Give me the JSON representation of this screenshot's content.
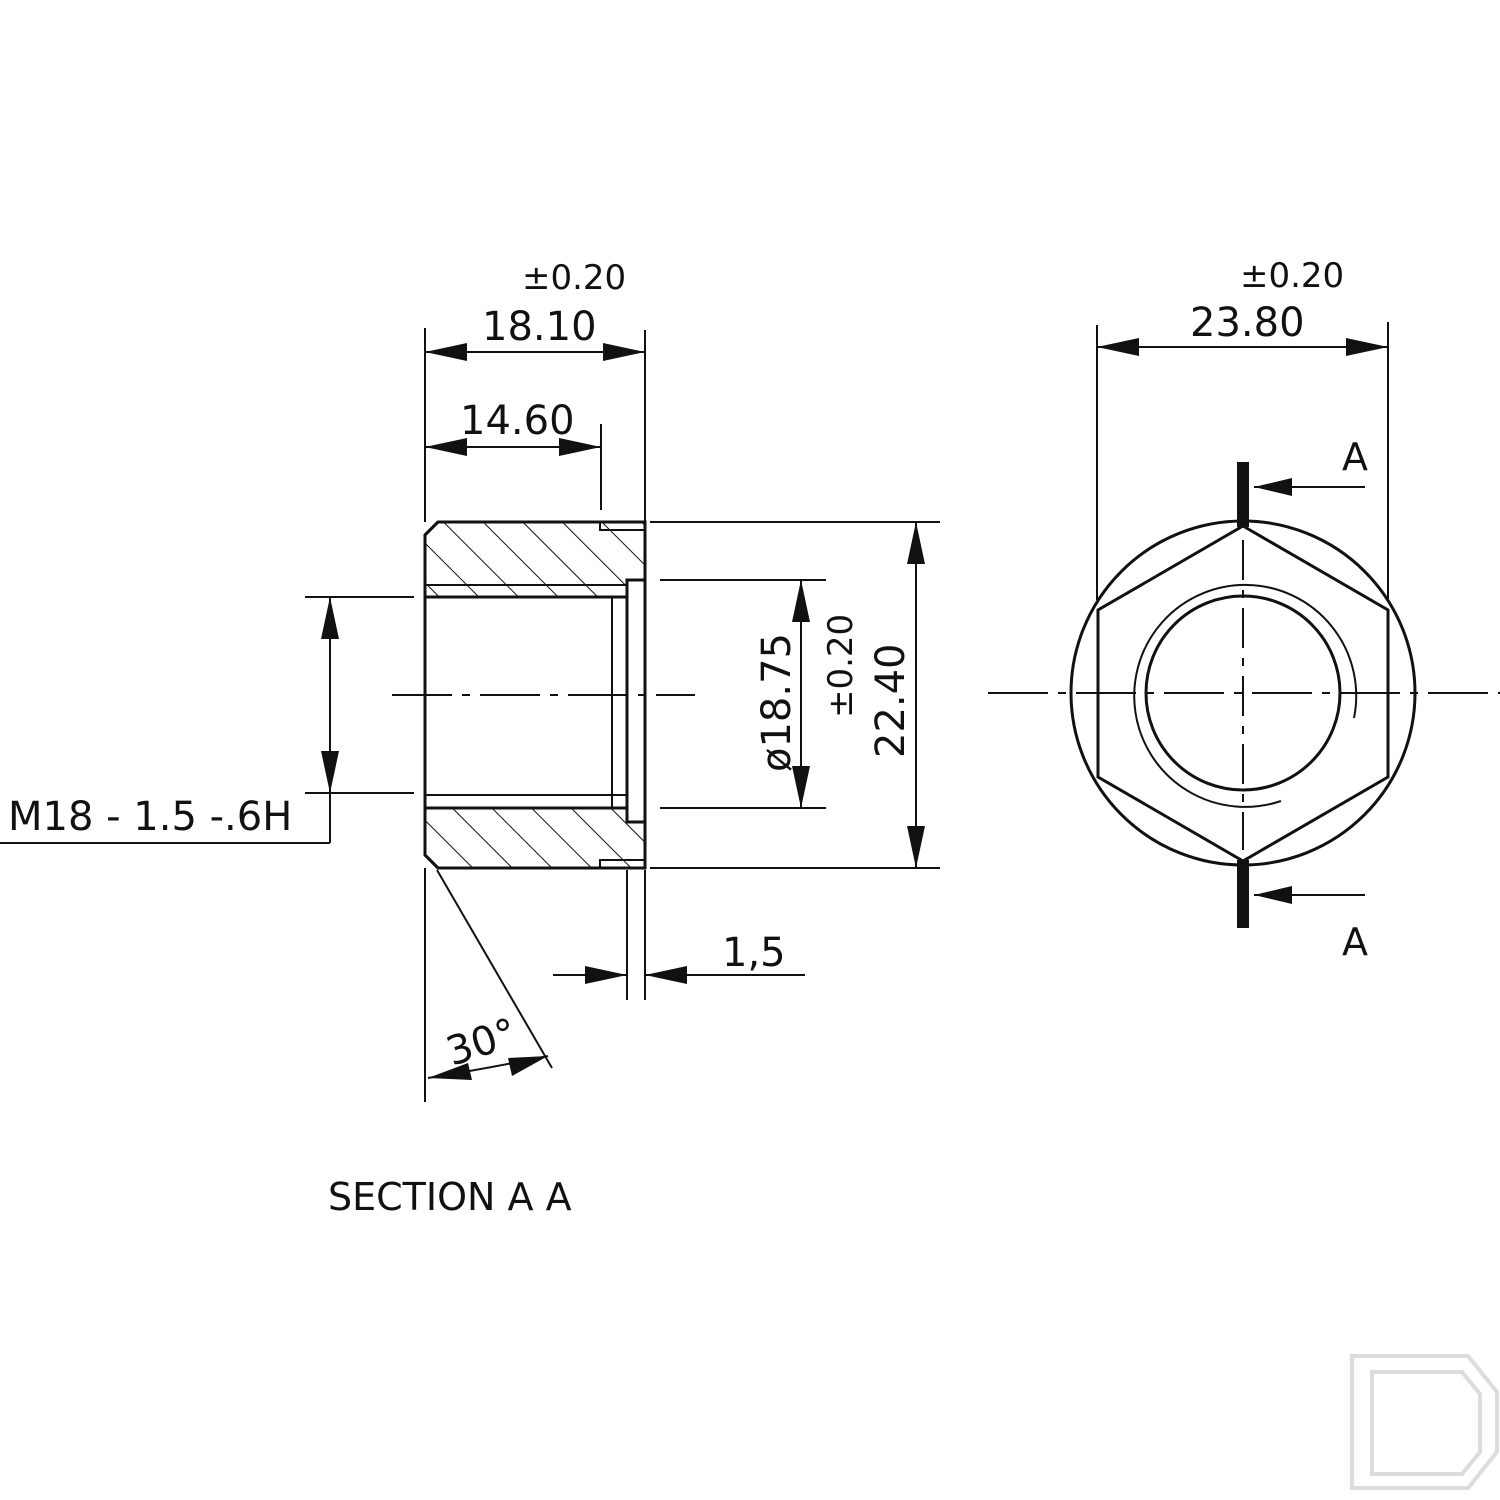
{
  "drawing": {
    "section_view": {
      "overall_length": "18.10",
      "overall_length_tol": "±0.20",
      "inner_length": "14.60",
      "bore_diameter": "ø18.75",
      "bore_diameter_tol": "±0.20",
      "outer_size": "22.40",
      "step_width": "1,5",
      "chamfer_angle": "30°",
      "thread_spec": "M18 - 1.5 -.6H",
      "caption": "SECTION A A"
    },
    "end_view": {
      "across_corners": "23.80",
      "across_corners_tol": "±0.20",
      "section_marker_top": "A",
      "section_marker_bottom": "A"
    }
  }
}
